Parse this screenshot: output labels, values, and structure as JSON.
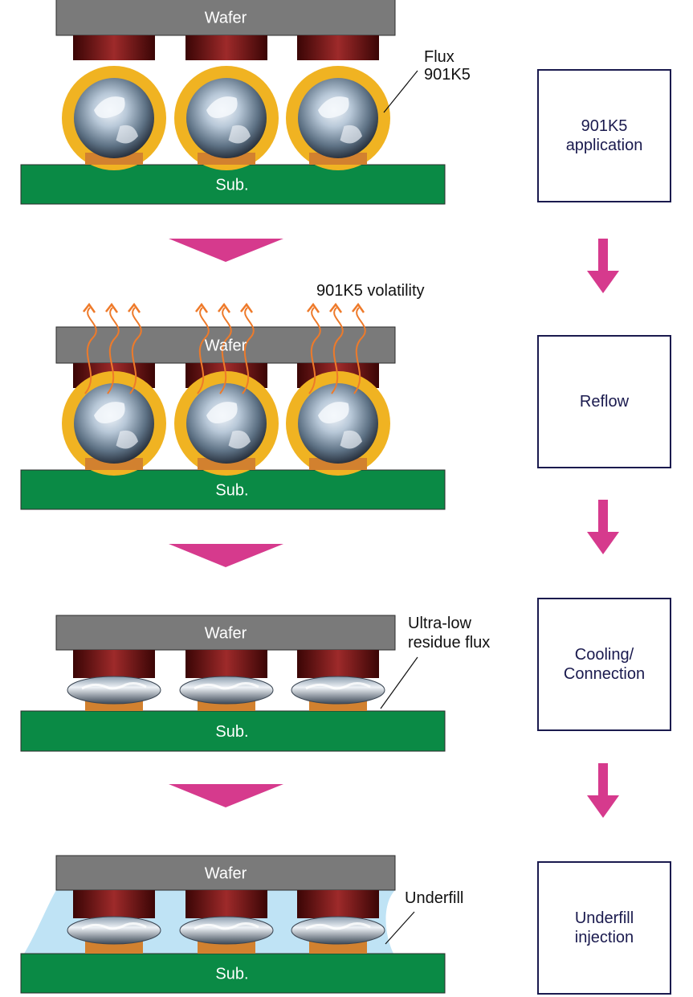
{
  "labels": {
    "wafer": "Wafer",
    "substrate": "Sub."
  },
  "annotations": {
    "flux": "Flux\n901K5",
    "volatility": "901K5 volatility",
    "ultra_low": "Ultra-low\nresidue flux",
    "underfill": "Underfill"
  },
  "steps": [
    {
      "label": "901K5\napplication"
    },
    {
      "label": "Reflow"
    },
    {
      "label": "Cooling/\nConnection"
    },
    {
      "label": "Underfill\ninjection"
    }
  ],
  "colors": {
    "wafer": "#7a7a7a",
    "substrate": "#0a8a45",
    "pad": "#d2812f",
    "flux": "#f0b322",
    "pillar": "#7a1717",
    "underfill": "#bfe3f5",
    "arrow": "#d63a8d",
    "box_border": "#1a1a4e",
    "volatility_arrow": "#ee7a2a"
  }
}
